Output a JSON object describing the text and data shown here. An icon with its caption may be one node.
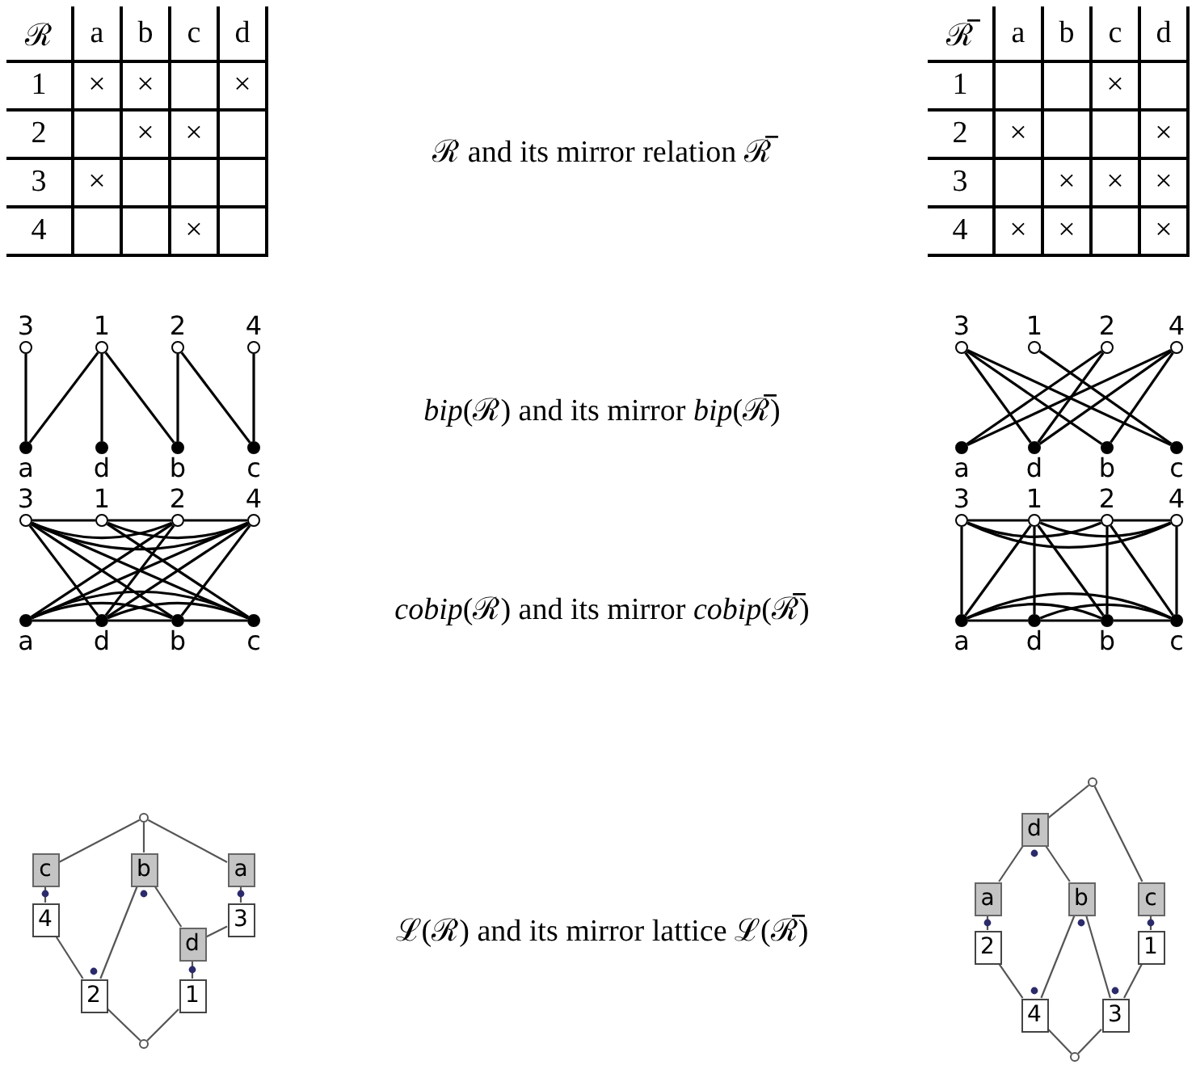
{
  "diagram": {
    "nodes": [
      {
        "text": [
          "3"
        ]
      },
      {
        "text": [
          "1"
        ]
      },
      {
        "text": [
          "2"
        ]
      },
      {
        "text": [
          "4"
        ]
      },
      {
        "text": [
          "a"
        ]
      },
      {
        "text": [
          "d"
        ]
      },
      {
        "text": [
          "b"
        ]
      },
      {
        "text": [
          "c"
        ]
      },
      {
        "text": [
          "3"
        ]
      },
      {
        "text": [
          "1"
        ]
      },
      {
        "text": [
          "2"
        ]
      },
      {
        "text": [
          "4"
        ]
      },
      {
        "text": [
          "a"
        ]
      },
      {
        "text": [
          "d"
        ]
      },
      {
        "text": [
          "b"
        ]
      },
      {
        "text": [
          "c"
        ]
      },
      {
        "text": [
          "3"
        ]
      },
      {
        "text": [
          "1"
        ]
      },
      {
        "text": [
          "2"
        ]
      },
      {
        "text": [
          "4"
        ]
      },
      {
        "text": [
          "a"
        ]
      },
      {
        "text": [
          "d"
        ]
      },
      {
        "text": [
          "b"
        ]
      },
      {
        "text": [
          "c"
        ]
      },
      {
        "text": [
          "3"
        ]
      },
      {
        "text": [
          "1"
        ]
      },
      {
        "text": [
          "2"
        ]
      },
      {
        "text": [
          "4"
        ]
      },
      {
        "text": [
          "a"
        ]
      },
      {
        "text": [
          "d"
        ]
      },
      {
        "text": [
          "b"
        ]
      },
      {
        "text": [
          "c"
        ]
      },
      {
        "text": [],
        "shape": "circle"
      },
      {
        "text": [
          "c"
        ]
      },
      {
        "text": [
          "b"
        ]
      },
      {
        "text": [
          "a"
        ]
      },
      {
        "text": [
          "4"
        ]
      },
      {
        "text": [
          "3"
        ]
      },
      {
        "text": [
          "d"
        ]
      },
      {
        "text": [
          "2"
        ]
      },
      {
        "text": [
          "1"
        ]
      },
      {
        "text": [],
        "shape": "circle"
      },
      {
        "text": [],
        "shape": "circle"
      },
      {
        "text": [
          "d"
        ]
      },
      {
        "text": [
          "a"
        ]
      },
      {
        "text": [
          "b"
        ]
      },
      {
        "text": [
          "c"
        ]
      },
      {
        "text": [
          "2"
        ]
      },
      {
        "text": [
          "1"
        ]
      },
      {
        "text": [
          "4"
        ]
      },
      {
        "text": [
          "3"
        ]
      },
      {
        "text": [],
        "shape": "circle"
      }
    ],
    "edges": [
      {
        "from": 0,
        "to": 4,
        "arrow": "none"
      },
      {
        "from": 1,
        "to": 4,
        "arrow": "none"
      },
      {
        "from": 1,
        "to": 5,
        "arrow": "none"
      },
      {
        "from": 1,
        "to": 6,
        "arrow": "none"
      },
      {
        "from": 2,
        "to": 6,
        "arrow": "none"
      },
      {
        "from": 2,
        "to": 7,
        "arrow": "none"
      },
      {
        "from": 3,
        "to": 7,
        "arrow": "none"
      },
      {
        "from": 8,
        "to": 13,
        "arrow": "none"
      },
      {
        "from": 8,
        "to": 14,
        "arrow": "none"
      },
      {
        "from": 8,
        "to": 15,
        "arrow": "none"
      },
      {
        "from": 9,
        "to": 15,
        "arrow": "none"
      },
      {
        "from": 10,
        "to": 12,
        "arrow": "none"
      },
      {
        "from": 10,
        "to": 13,
        "arrow": "none"
      },
      {
        "from": 11,
        "to": 12,
        "arrow": "none"
      },
      {
        "from": 11,
        "to": 13,
        "arrow": "none"
      },
      {
        "from": 11,
        "to": 14,
        "arrow": "none"
      },
      {
        "from": 16,
        "to": 17,
        "arrow": "none"
      },
      {
        "from": 16,
        "to": 18,
        "arrow": "none"
      },
      {
        "from": 16,
        "to": 19,
        "arrow": "none"
      },
      {
        "from": 17,
        "to": 18,
        "arrow": "none"
      },
      {
        "from": 17,
        "to": 19,
        "arrow": "none"
      },
      {
        "from": 18,
        "to": 19,
        "arrow": "none"
      },
      {
        "from": 20,
        "to": 21,
        "arrow": "none"
      },
      {
        "from": 20,
        "to": 22,
        "arrow": "none"
      },
      {
        "from": 20,
        "to": 23,
        "arrow": "none"
      },
      {
        "from": 21,
        "to": 22,
        "arrow": "none"
      },
      {
        "from": 21,
        "to": 23,
        "arrow": "none"
      },
      {
        "from": 22,
        "to": 23,
        "arrow": "none"
      },
      {
        "from": 16,
        "to": 21,
        "arrow": "none"
      },
      {
        "from": 16,
        "to": 22,
        "arrow": "none"
      },
      {
        "from": 16,
        "to": 23,
        "arrow": "none"
      },
      {
        "from": 17,
        "to": 23,
        "arrow": "none"
      },
      {
        "from": 18,
        "to": 20,
        "arrow": "none"
      },
      {
        "from": 18,
        "to": 21,
        "arrow": "none"
      },
      {
        "from": 19,
        "to": 20,
        "arrow": "none"
      },
      {
        "from": 19,
        "to": 21,
        "arrow": "none"
      },
      {
        "from": 19,
        "to": 22,
        "arrow": "none"
      },
      {
        "from": 24,
        "to": 25,
        "arrow": "none"
      },
      {
        "from": 24,
        "to": 26,
        "arrow": "none"
      },
      {
        "from": 24,
        "to": 27,
        "arrow": "none"
      },
      {
        "from": 25,
        "to": 26,
        "arrow": "none"
      },
      {
        "from": 25,
        "to": 27,
        "arrow": "none"
      },
      {
        "from": 26,
        "to": 27,
        "arrow": "none"
      },
      {
        "from": 28,
        "to": 29,
        "arrow": "none"
      },
      {
        "from": 28,
        "to": 30,
        "arrow": "none"
      },
      {
        "from": 28,
        "to": 31,
        "arrow": "none"
      },
      {
        "from": 29,
        "to": 30,
        "arrow": "none"
      },
      {
        "from": 29,
        "to": 31,
        "arrow": "none"
      },
      {
        "from": 30,
        "to": 31,
        "arrow": "none"
      },
      {
        "from": 24,
        "to": 28,
        "arrow": "none"
      },
      {
        "from": 25,
        "to": 28,
        "arrow": "none"
      },
      {
        "from": 25,
        "to": 29,
        "arrow": "none"
      },
      {
        "from": 25,
        "to": 30,
        "arrow": "none"
      },
      {
        "from": 26,
        "to": 30,
        "arrow": "none"
      },
      {
        "from": 26,
        "to": 31,
        "arrow": "none"
      },
      {
        "from": 27,
        "to": 31,
        "arrow": "none"
      },
      {
        "from": 32,
        "to": 33,
        "arrow": "none"
      },
      {
        "from": 32,
        "to": 34,
        "arrow": "none"
      },
      {
        "from": 32,
        "to": 35,
        "arrow": "none"
      },
      {
        "from": 33,
        "to": 36,
        "arrow": "none"
      },
      {
        "from": 35,
        "to": 37,
        "arrow": "none"
      },
      {
        "from": 36,
        "to": 39,
        "arrow": "none"
      },
      {
        "from": 34,
        "to": 39,
        "arrow": "none"
      },
      {
        "from": 34,
        "to": 38,
        "arrow": "none"
      },
      {
        "from": 37,
        "to": 38,
        "arrow": "none"
      },
      {
        "from": 38,
        "to": 40,
        "arrow": "none"
      },
      {
        "from": 39,
        "to": 41,
        "arrow": "none"
      },
      {
        "from": 40,
        "to": 41,
        "arrow": "none"
      },
      {
        "from": 42,
        "to": 43,
        "arrow": "none"
      },
      {
        "from": 42,
        "to": 46,
        "arrow": "none"
      },
      {
        "from": 43,
        "to": 44,
        "arrow": "none"
      },
      {
        "from": 43,
        "to": 45,
        "arrow": "none"
      },
      {
        "from": 44,
        "to": 47,
        "arrow": "none"
      },
      {
        "from": 46,
        "to": 48,
        "arrow": "none"
      },
      {
        "from": 47,
        "to": 49,
        "arrow": "none"
      },
      {
        "from": 45,
        "to": 49,
        "arrow": "none"
      },
      {
        "from": 45,
        "to": 50,
        "arrow": "none"
      },
      {
        "from": 48,
        "to": 50,
        "arrow": "none"
      },
      {
        "from": 49,
        "to": 51,
        "arrow": "none"
      },
      {
        "from": 50,
        "to": 51,
        "arrow": "none"
      }
    ],
    "labels": [
      "ℛ",
      "a",
      "b",
      "c",
      "d",
      "1",
      "×",
      "×",
      "×",
      "2",
      "×",
      "×",
      "3",
      "×",
      "4",
      "×",
      "ℛ and its mirror relation ℛ̅",
      "ℛ̅",
      "a",
      "b",
      "c",
      "d",
      "1",
      "×",
      "2",
      "×",
      "×",
      "3",
      "×",
      "×",
      "×",
      "4",
      "×",
      "×",
      "×",
      "*bip*(ℛ) and its mirror *bip*(ℛ̅)",
      "*cobip*(ℛ) and its mirror *cobip*(ℛ̅)",
      "ℒ(ℛ) and its mirror lattice ℒ(ℛ̅)"
    ]
  }
}
